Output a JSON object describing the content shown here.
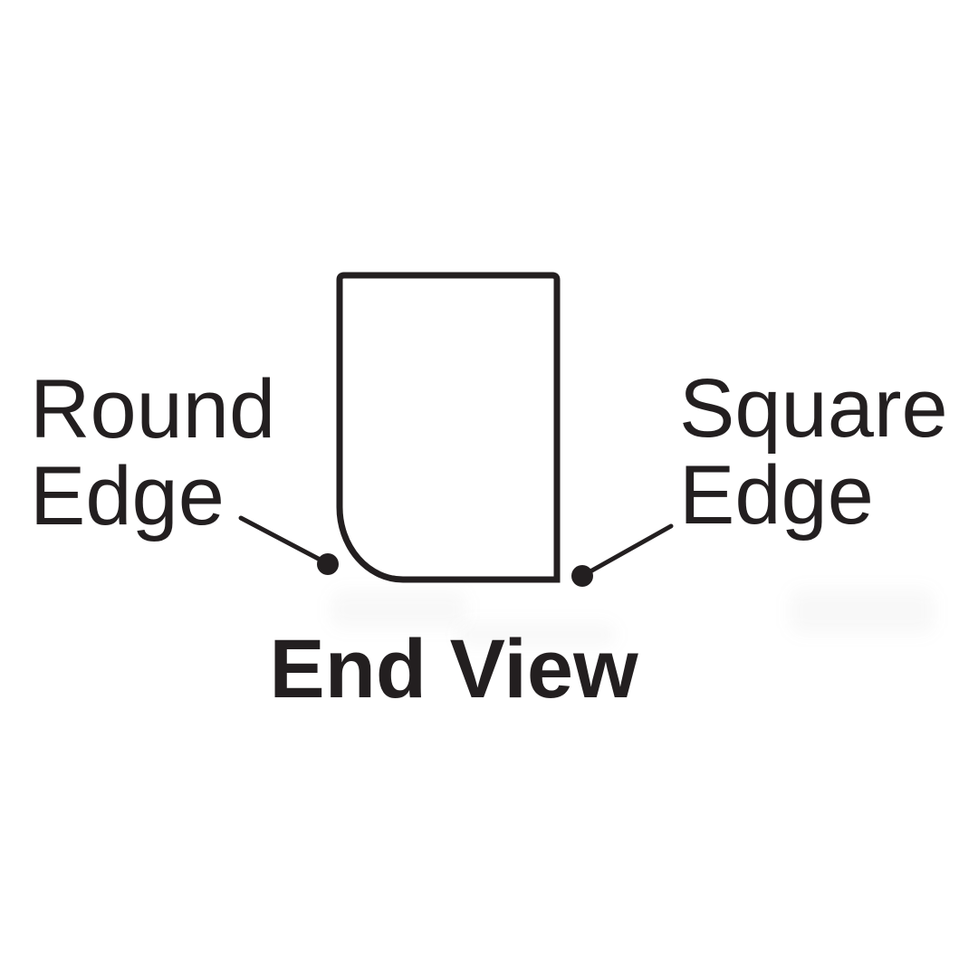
{
  "colors": {
    "background": "#ffffff",
    "ink": "#231f20"
  },
  "labels": {
    "round_edge": {
      "line1": "Round",
      "line2": "Edge"
    },
    "square_edge": {
      "line1": "Square",
      "line2": "Edge"
    }
  },
  "caption": {
    "text": "End View"
  }
}
